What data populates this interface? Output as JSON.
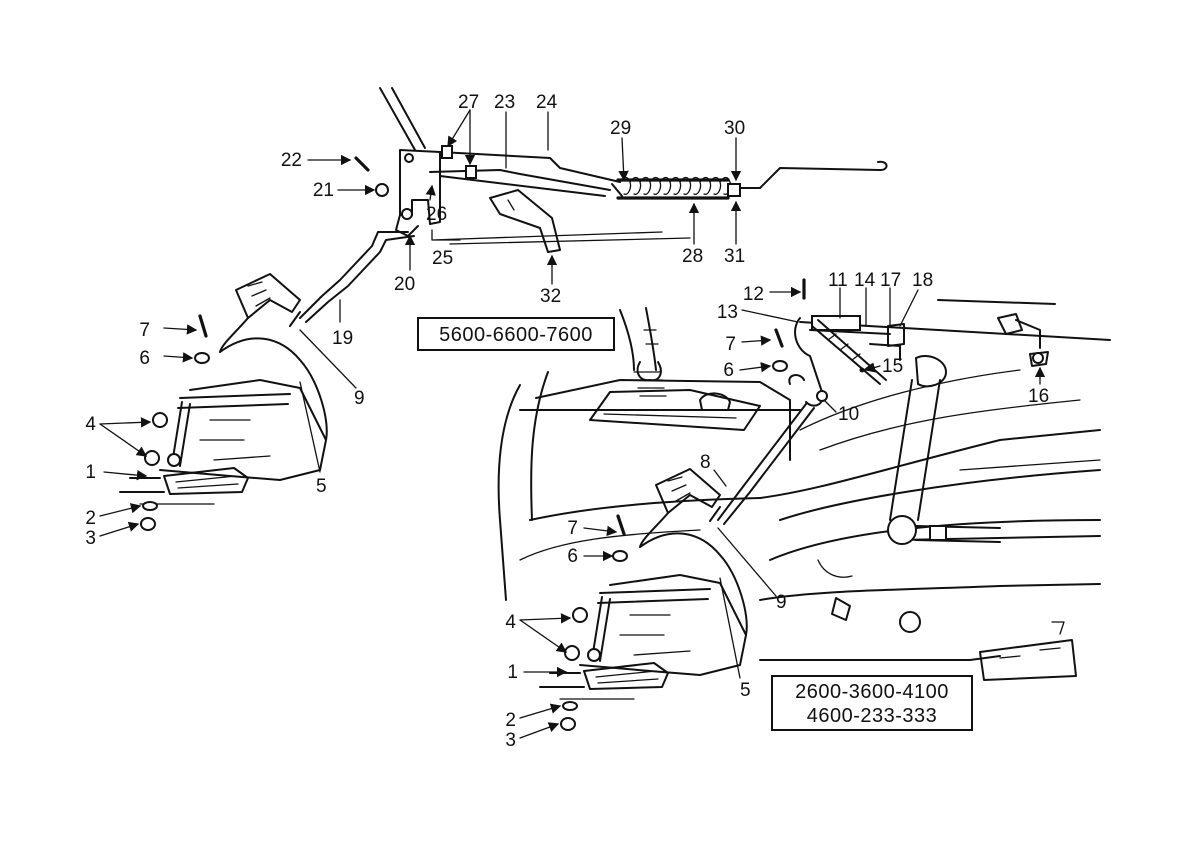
{
  "model_groups": {
    "group_a": "5600-6600-7600",
    "group_b_line1": "2600-3600-4100",
    "group_b_line2": "4600-233-333"
  },
  "callouts": {
    "c1": "1",
    "c2": "2",
    "c3": "3",
    "c4": "4",
    "c5": "5",
    "c6": "6",
    "c7": "7",
    "c8": "8",
    "c9": "9",
    "c10": "10",
    "c11": "11",
    "c12": "12",
    "c13": "13",
    "c14": "14",
    "c15": "15",
    "c16": "16",
    "c17": "17",
    "c18": "18",
    "c19": "19",
    "c20": "20",
    "c21": "21",
    "c22": "22",
    "c23": "23",
    "c24": "24",
    "c25": "25",
    "c26": "26",
    "c27": "27",
    "c28": "28",
    "c29": "29",
    "c30": "30",
    "c31": "31",
    "c32": "32"
  }
}
